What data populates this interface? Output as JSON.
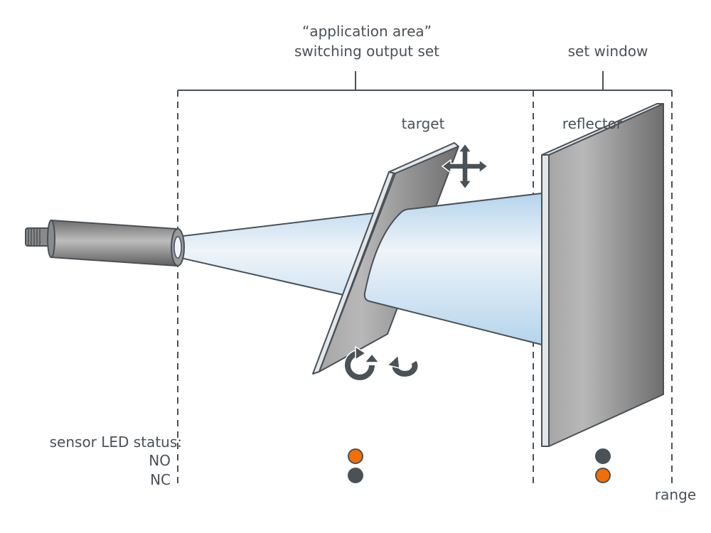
{
  "labels": {
    "application_area_line1": "“application area”",
    "application_area_line2": "switching output set",
    "set_window": "set window",
    "target": "target",
    "reflector": "reflector",
    "range": "range",
    "led_status_title": "sensor LED status:",
    "led_no": "NO",
    "led_nc": "NC"
  },
  "led_states": {
    "application_area": {
      "NO": "on",
      "NC": "off"
    },
    "set_window": {
      "NO": "off",
      "NC": "on"
    }
  },
  "colors": {
    "text": "#4a5157",
    "line": "#4a5157",
    "led_on": "#f36f06",
    "led_off": "#4a5157",
    "beam_light": "#eef4f9",
    "beam_blue": "#b5d4ec"
  },
  "icons": {
    "target_move": "move-arrows-icon",
    "target_rotate_cw": "rotate-cw-icon",
    "target_rotate_ccw": "rotate-ccw-icon"
  }
}
